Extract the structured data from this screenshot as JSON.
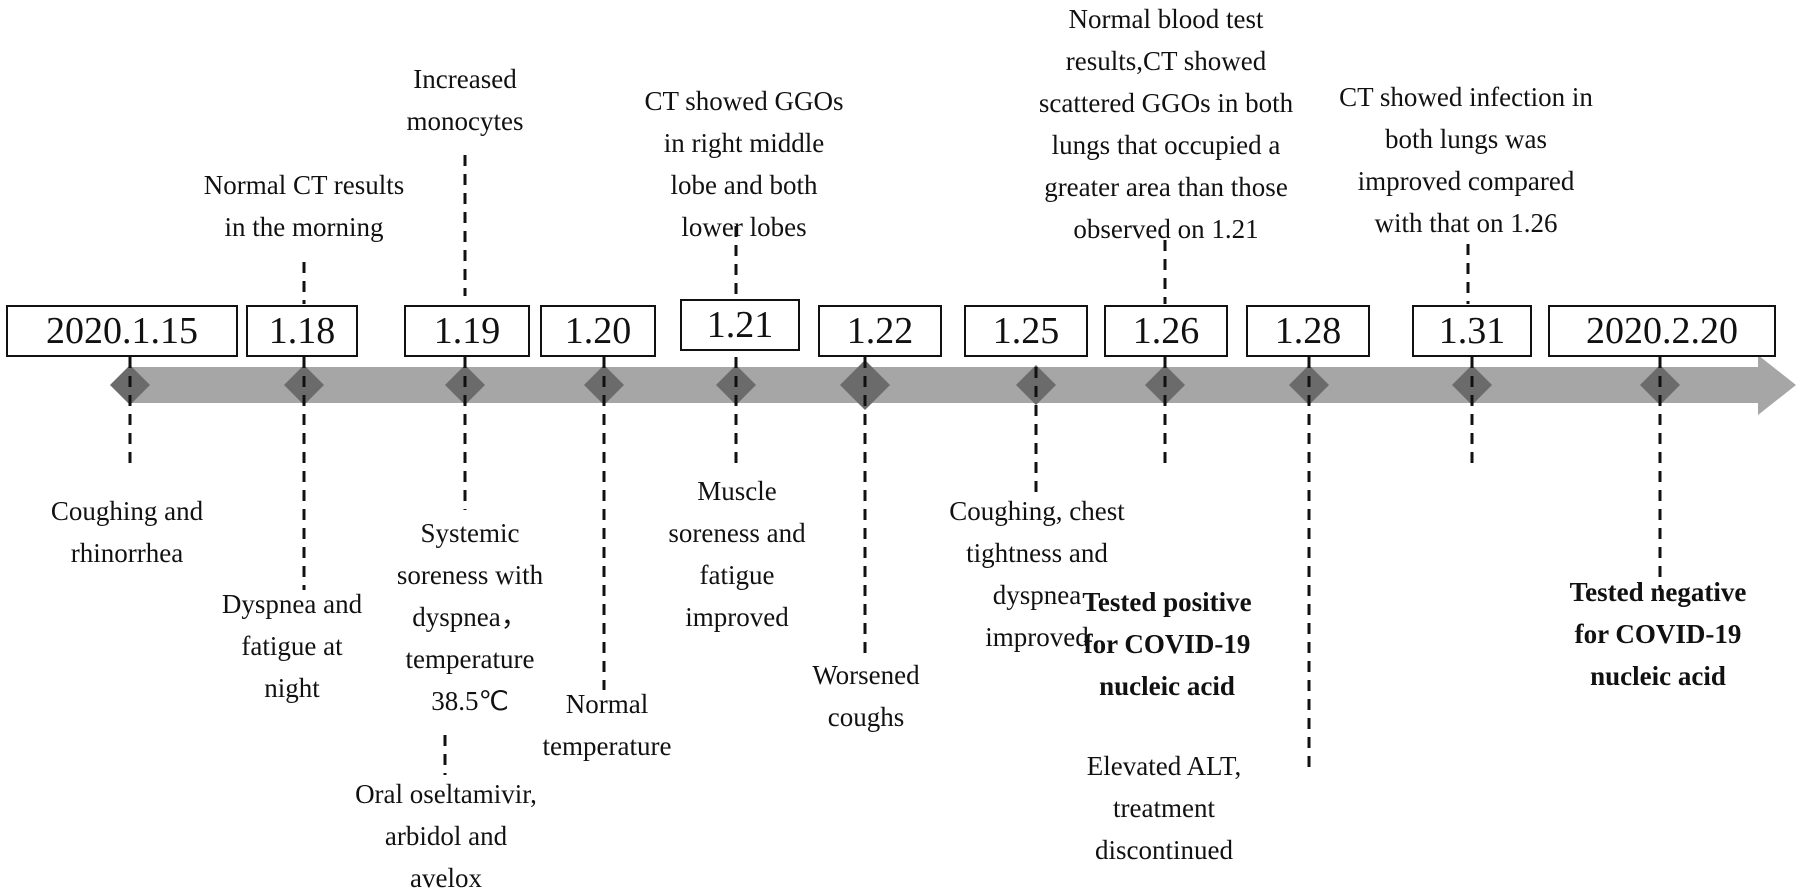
{
  "dates": [
    "2020.1.15",
    "1.18",
    "1.19",
    "1.20",
    "1.21",
    "1.22",
    "1.25",
    "1.26",
    "1.28",
    "1.31",
    "2020.2.20"
  ],
  "events_above": [
    {
      "date": "1.18",
      "lines": [
        "Normal CT results",
        "in the morning"
      ]
    },
    {
      "date": "1.19",
      "lines": [
        "Increased",
        "monocytes"
      ]
    },
    {
      "date": "1.21",
      "lines": [
        "CT showed GGOs",
        "in right middle",
        "lobe and both",
        "lower lobes"
      ]
    },
    {
      "date": "1.26",
      "lines": [
        "Normal blood test",
        "results,CT showed",
        "scattered GGOs in both",
        "lungs that occupied a",
        "greater area than those",
        "observed on 1.21"
      ]
    },
    {
      "date": "1.31",
      "lines": [
        "CT showed infection in",
        "both lungs was",
        "improved compared",
        "with that on 1.26"
      ]
    }
  ],
  "events_below": [
    {
      "date": "2020.1.15",
      "lines": [
        "Coughing and",
        "rhinorrhea"
      ],
      "bold": false
    },
    {
      "date": "1.18",
      "lines": [
        "Dyspnea and",
        "fatigue at",
        "night"
      ],
      "bold": false
    },
    {
      "date": "1.19",
      "lines": [
        "Systemic",
        "soreness with",
        "dyspnea，",
        "temperature",
        "38.5℃"
      ],
      "bold": false
    },
    {
      "date": "1.19",
      "lines": [
        "Oral oseltamivir,",
        "arbidol and",
        "avelox"
      ],
      "bold": false
    },
    {
      "date": "1.20",
      "lines": [
        "Normal",
        "temperature"
      ],
      "bold": false
    },
    {
      "date": "1.21",
      "lines": [
        "Muscle",
        "soreness and",
        "fatigue",
        "improved"
      ],
      "bold": false
    },
    {
      "date": "1.22",
      "lines": [
        "Worsened",
        "coughs"
      ],
      "bold": false
    },
    {
      "date": "1.25",
      "lines": [
        "Coughing, chest",
        "tightness and",
        "dyspnea",
        "improved"
      ],
      "bold": false
    },
    {
      "date": "1.28",
      "lines": [
        "Tested positive",
        "for COVID-19",
        "nucleic acid"
      ],
      "bold": true
    },
    {
      "date": "1.28",
      "lines": [
        "Elevated ALT,",
        "treatment",
        "discontinued"
      ],
      "bold": false
    },
    {
      "date": "2020.2.20",
      "lines": [
        "Tested negative",
        "for COVID-19",
        "nucleic acid"
      ],
      "bold": true
    }
  ],
  "colors": {
    "arrow": "#a6a6a6",
    "marker": "#6b6b6b",
    "ink": "#111111"
  }
}
